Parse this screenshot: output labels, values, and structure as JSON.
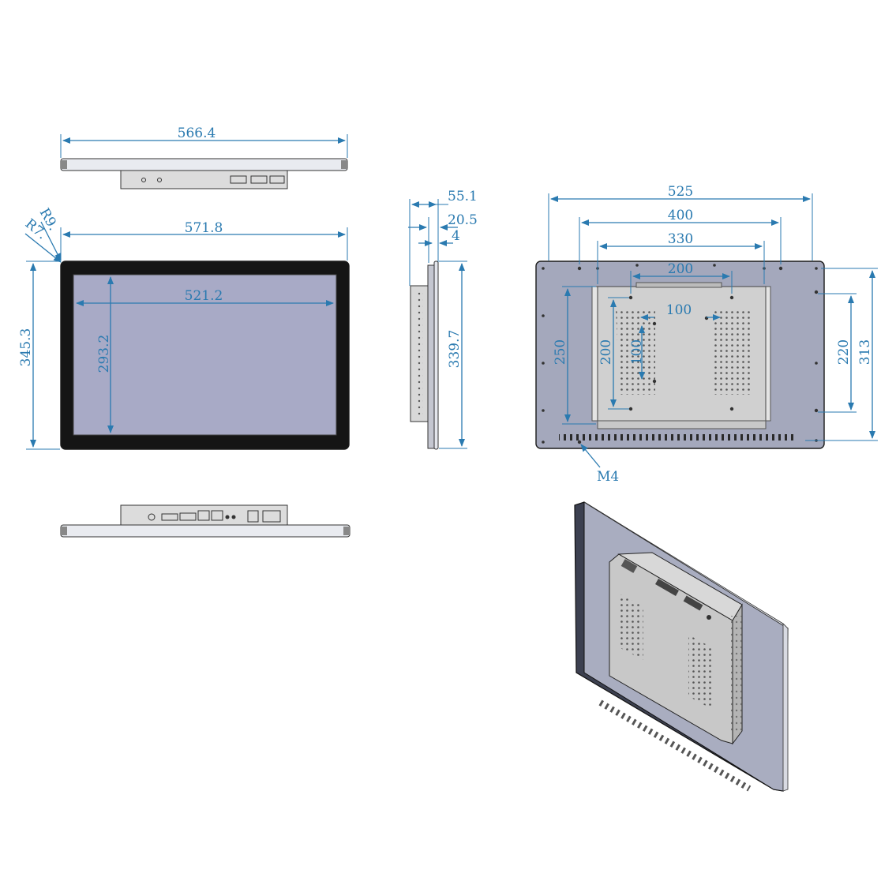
{
  "drawing": {
    "top_view": {
      "width_dim": "566.4"
    },
    "front_view": {
      "outer_width_dim": "571.8",
      "screen_width_dim": "521.2",
      "outer_height_dim": "345.3",
      "screen_height_dim": "293.2",
      "corner_radius_outer": "R9.",
      "corner_radius_inner": "R7."
    },
    "side_view": {
      "total_depth_dim": "55.1",
      "bezel_depth_dim": "20.5",
      "panel_dim": "4",
      "height_dim": "339.7"
    },
    "rear_view": {
      "width_525": "525",
      "width_400": "400",
      "width_330": "330",
      "width_200": "200",
      "width_100": "100",
      "height_250": "250",
      "height_200": "200",
      "height_100": "100",
      "height_220": "220",
      "height_313": "313",
      "screw_label": "M4"
    }
  },
  "colors": {
    "dimension": "#2a7ab0",
    "screen": "#a8aac6",
    "bezel": "#151515",
    "rear_panel": "#a4a8bc",
    "mount_plate": "#d0d0d0"
  }
}
